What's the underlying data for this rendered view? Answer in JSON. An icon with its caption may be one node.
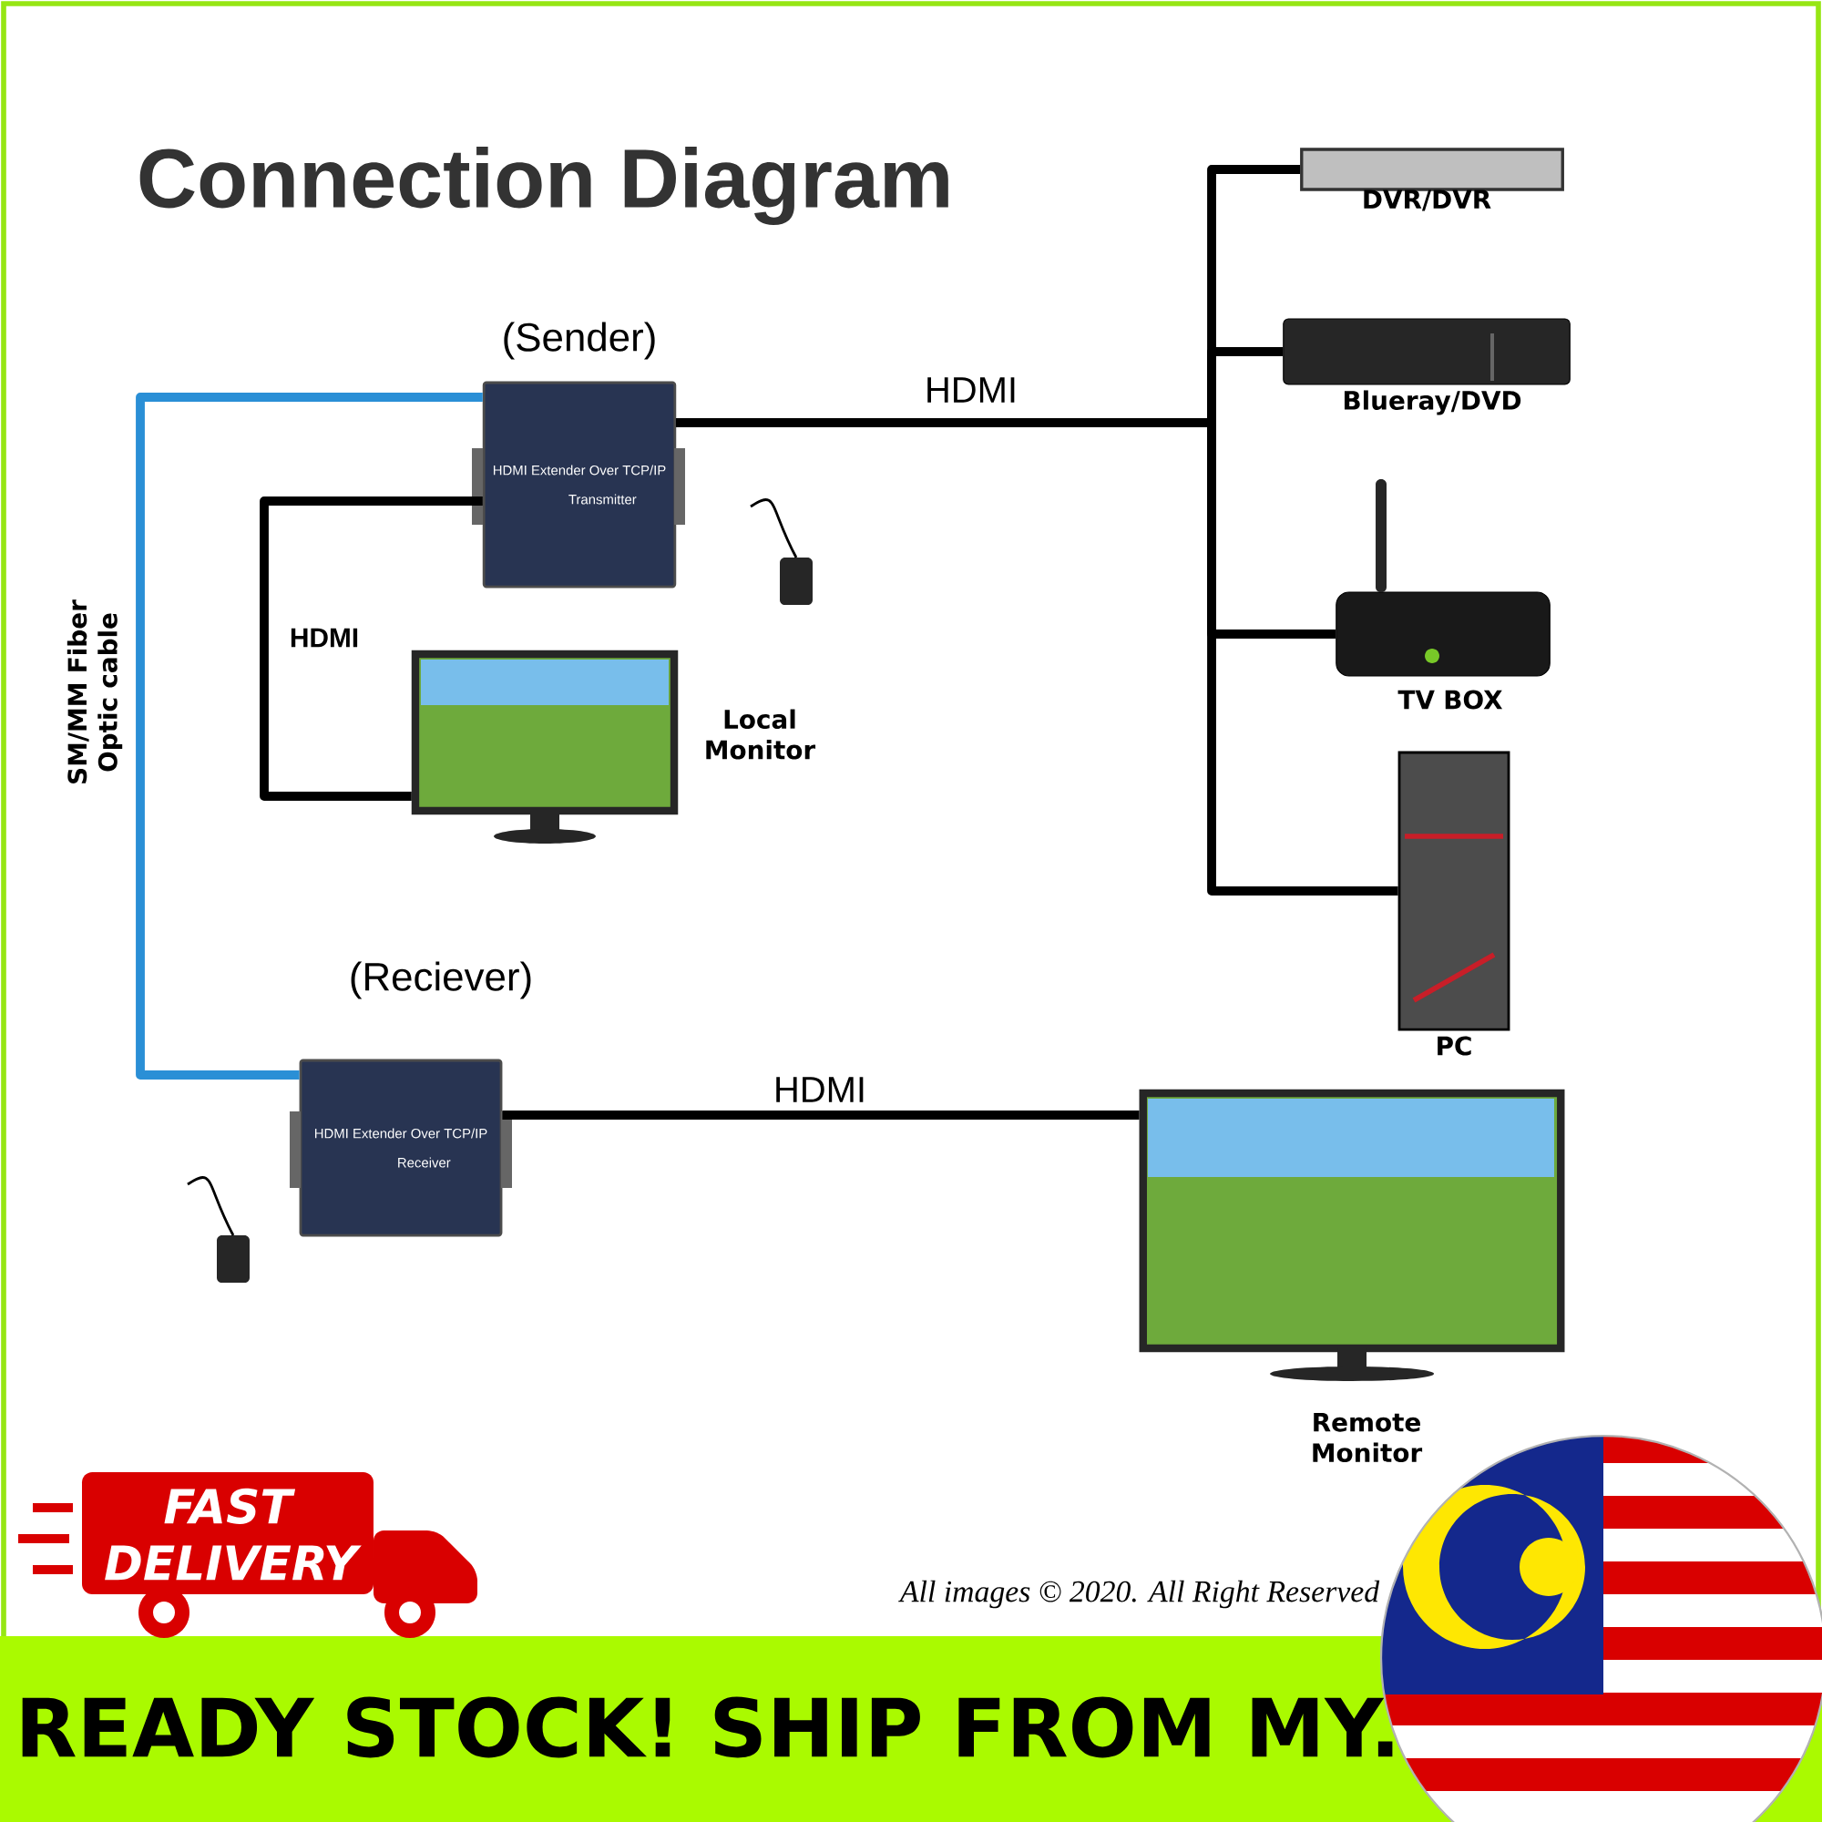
{
  "diagram": {
    "title": "Connection Diagram",
    "nodes": [
      {
        "text": [
          "(Sender)",
          "HDMI Extender Over TCP/IP",
          "Transmitter"
        ]
      },
      {
        "text": [
          "(Reciever)",
          "HDMI Extender Over TCP/IP",
          "Receiver"
        ]
      },
      {
        "text": [
          "Local Monitor"
        ]
      },
      {
        "text": [
          "Remote Monitor"
        ]
      },
      {
        "text": [
          "DVR/DVR"
        ]
      },
      {
        "text": [
          "Blueray/DVD"
        ]
      },
      {
        "text": [
          "TV BOX"
        ]
      },
      {
        "text": [
          "PC"
        ]
      }
    ],
    "edges": [
      {
        "from": 0,
        "to": 4,
        "arrow": "none",
        "label": "HDMI"
      },
      {
        "from": 0,
        "to": 5,
        "arrow": "none"
      },
      {
        "from": 0,
        "to": 6,
        "arrow": "none"
      },
      {
        "from": 0,
        "to": 7,
        "arrow": "none"
      },
      {
        "from": 0,
        "to": 2,
        "arrow": "none",
        "label": "HDMI"
      },
      {
        "from": 0,
        "to": 1,
        "arrow": "none",
        "label": "SM/MM Fiber Optic cable",
        "color": "#2a8fd6"
      },
      {
        "from": 1,
        "to": 3,
        "arrow": "none",
        "label": "HDMI"
      }
    ],
    "labels": [
      "FAST DELIVERY",
      "All images © 2020. All Right Reserved",
      "READY STOCK! SHIP FROM MY."
    ]
  }
}
